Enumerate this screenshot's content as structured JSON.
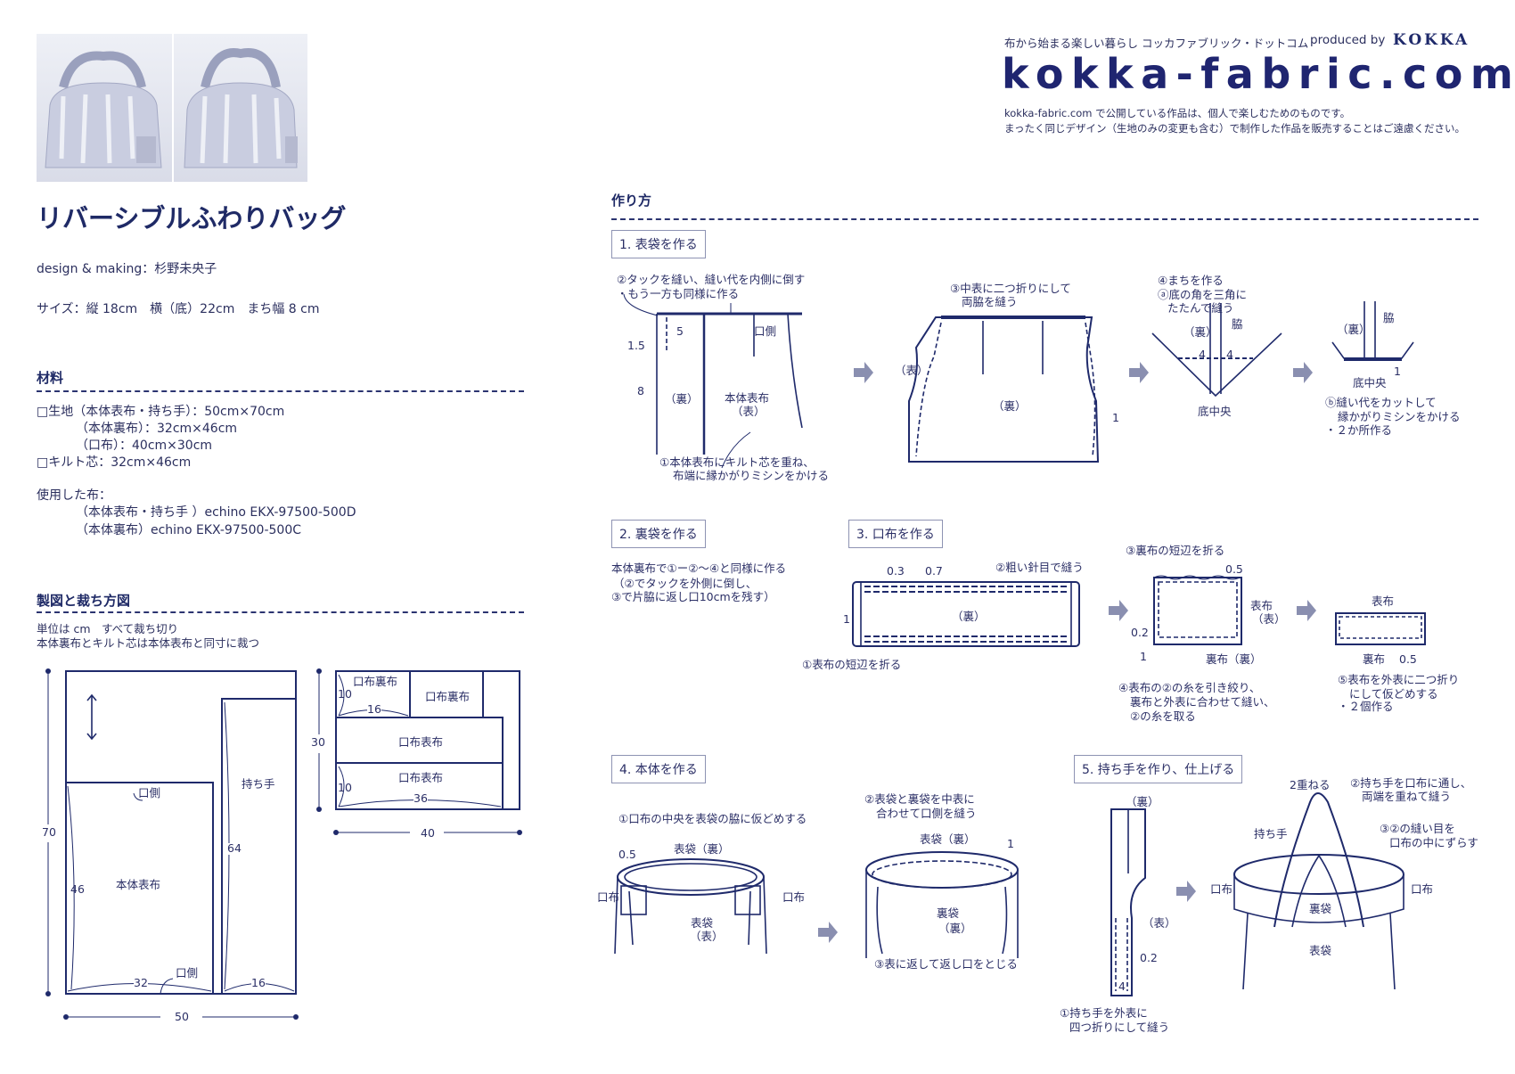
{
  "header": {
    "tagline": "布から始まる楽しい暮らし コッカファブリック・ドットコム",
    "produced_by": "produced by",
    "brand": "KOKKA",
    "logo": "kokka-fabric.com",
    "notice1": "kokka-fabric.com で公開している作品は、個人で楽しむためのものです。",
    "notice2": "まったく同じデザイン（生地のみの変更も含む）で制作した作品を販売することはご遠慮ください。"
  },
  "title": "リバーシブルふわりバッグ",
  "credit": "design & making：杉野未央子",
  "size": "サイズ：縦 18cm　横（底）22cm　まち幅 8 cm",
  "materials": {
    "heading": "材料",
    "items": [
      "□生地（本体表布・持ち手）：50cm×70cm",
      "（本体裏布）：32cm×46cm",
      "（口布）：40cm×30cm",
      "□キルト芯：32cm×46cm"
    ]
  },
  "used": {
    "heading": "使用した布：",
    "items": [
      "（本体表布・持ち手 ）echino EKX-97500-500D",
      "（本体裏布）echino EKX-97500-500C"
    ]
  },
  "cutting": {
    "heading": "製図と裁ち方図",
    "notes": [
      "単位は cm　すべて裁ち切り",
      "本体裏布とキルト芯は本体表布と同寸に裁つ"
    ],
    "main": {
      "mouth_side": "口側",
      "body": "本体表布",
      "h46": "46",
      "w32": "32",
      "mouth_side2": "口側",
      "handle": "持ち手",
      "h64": "64",
      "w16": "16",
      "h70": "70",
      "w50": "50"
    },
    "sub": {
      "lining1": "口布裏布",
      "lining2": "口布裏布",
      "outer1": "口布表布",
      "outer2": "口布表布",
      "h10a": "10",
      "w16": "16",
      "h10b": "10",
      "w36": "36",
      "h30": "30",
      "w40": "40"
    }
  },
  "howto": {
    "heading": "作り方",
    "step1": {
      "title": "1. 表袋を作る",
      "labels": [
        "②タックを縫い、縫い代を内側に倒す",
        "・もう一方も同様に作る",
        "1.5",
        "5",
        "8",
        "口側",
        "（裏）",
        "本体表布",
        "（表）",
        "①本体表布にキルト芯を重ね、",
        "布端に縁かがりミシンをかける",
        "③中表に二つ折りにして",
        "両脇を縫う",
        "（表）",
        "（裏）",
        "1",
        "④まちを作る",
        "ⓐ底の角を三角に",
        "たたんで縫う",
        "（裏）",
        "脇",
        "4",
        "4",
        "底中央",
        "（裏）",
        "脇",
        "底中央",
        "1",
        "ⓑ縫い代をカットして",
        "縁かがりミシンをかける",
        "・２か所作る"
      ]
    },
    "step2": {
      "title": "2. 裏袋を作る",
      "lines": [
        "本体裏布で①ー②～④と同様に作る",
        "（②でタックを外側に倒し、",
        "③で片脇に返し口10cmを残す）"
      ]
    },
    "step3": {
      "title": "3. 口布を作る",
      "labels": [
        "0.3",
        "0.7",
        "②粗い針目で縫う",
        "1",
        "（裏）",
        "①表布の短辺を折る",
        "③裏布の短辺を折る",
        "0.5",
        "表布",
        "（表）",
        "0.2",
        "1",
        "裏布（裏）",
        "④表布の②の糸を引き絞り、",
        "裏布と外表に合わせて縫い、",
        "②の糸を取る",
        "表布",
        "裏布",
        "0.5",
        "⑤表布を外表に二つ折り",
        "にして仮どめする",
        "・２個作る"
      ]
    },
    "step4": {
      "title": "4. 本体を作る",
      "labels": [
        "①口布の中央を表袋の脇に仮どめする",
        "0.5",
        "表袋（裏）",
        "口布",
        "口布",
        "表袋",
        "（表）",
        "②表袋と裏袋を中表に",
        "合わせて口側を縫う",
        "表袋（裏）",
        "1",
        "裏袋",
        "（裏）",
        "③表に返して返し口をとじる"
      ]
    },
    "step5": {
      "title": "5. 持ち手を作り、仕上げる",
      "labels": [
        "（裏）",
        "（表）",
        "0.2",
        "4",
        "①持ち手を外表に",
        "四つ折りにして縫う",
        "2重ねる",
        "②持ち手を口布に通し、",
        "両端を重ねて縫う",
        "持ち手",
        "③②の縫い目を",
        "口布の中にずらす",
        "口布",
        "口布",
        "裏袋",
        "表袋"
      ]
    }
  },
  "colors": {
    "navy": "#1f2a6b",
    "arrow": "#8a8fb0"
  }
}
